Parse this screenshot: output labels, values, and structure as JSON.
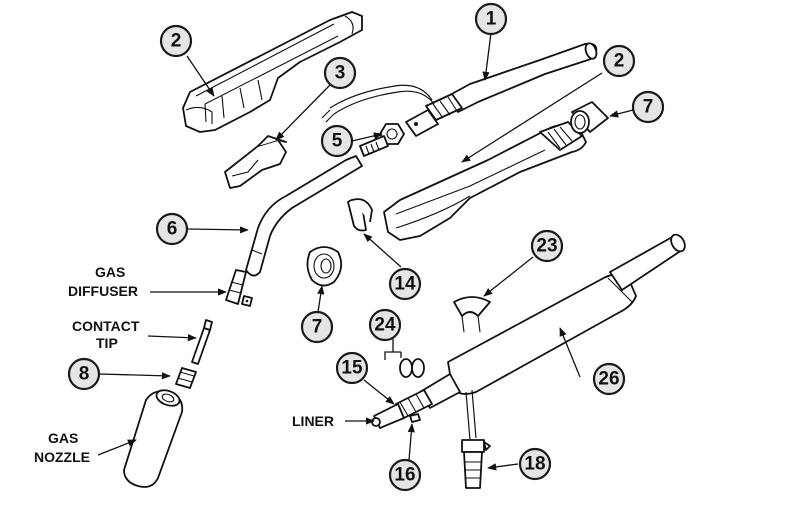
{
  "diagram": {
    "callouts": [
      {
        "id": "c1",
        "text": "1"
      },
      {
        "id": "c2a",
        "text": "2"
      },
      {
        "id": "c2b",
        "text": "2"
      },
      {
        "id": "c3",
        "text": "3"
      },
      {
        "id": "c5",
        "text": "5"
      },
      {
        "id": "c6",
        "text": "6"
      },
      {
        "id": "c7a",
        "text": "7"
      },
      {
        "id": "c7b",
        "text": "7"
      },
      {
        "id": "c8",
        "text": "8"
      },
      {
        "id": "c14",
        "text": "14"
      },
      {
        "id": "c15",
        "text": "15"
      },
      {
        "id": "c16",
        "text": "16"
      },
      {
        "id": "c18",
        "text": "18"
      },
      {
        "id": "c23",
        "text": "23"
      },
      {
        "id": "c24",
        "text": "24"
      },
      {
        "id": "c26",
        "text": "26"
      }
    ],
    "labels": {
      "gas_diffuser_line1": "GAS",
      "gas_diffuser_line2": "DIFFUSER",
      "contact_tip_line1": "CONTACT",
      "contact_tip_line2": "TIP",
      "liner": "LINER",
      "gas_nozzle_line1": "GAS",
      "gas_nozzle_line2": "NOZZLE"
    }
  }
}
